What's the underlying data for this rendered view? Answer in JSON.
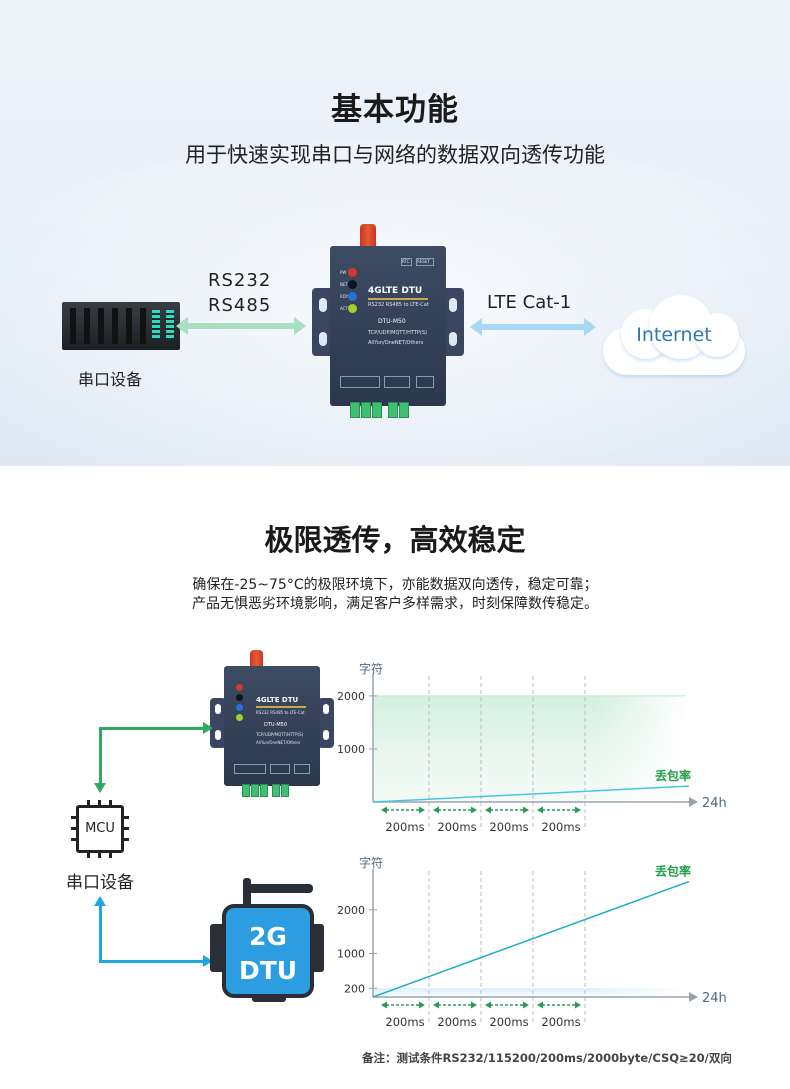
{
  "section1": {
    "title": "基本功能",
    "subtitle": "用于快速实现串口与网络的数据双向透传功能",
    "serial_device_label": "串口设备",
    "serial_protocols": [
      "RS232",
      "RS485"
    ],
    "network_protocol": "LTE Cat-1",
    "cloud_label": "Internet"
  },
  "dtu_device": {
    "brand": "4GLTE DTU",
    "tagline": "RS232 RS485 to LTE-Cat",
    "model": "DTU-M50",
    "protocols": "TCP/UDP/MQTT/HTTP(S)",
    "platforms": "AliYun/OneNET/Others",
    "indicators": [
      "PW",
      "NET",
      "RDY",
      "ACT"
    ],
    "top_labels": [
      "RTC",
      "RESET"
    ]
  },
  "section2": {
    "title": "极限透传，高效稳定",
    "desc_line1": "确保在-25~75°C的极限环境下，亦能数据双向透传，稳定可靠；",
    "desc_line2": "产品无惧恶劣环境影响，满足客户多样需求，时刻保障数传稳定。",
    "mcu_label": "MCU",
    "serial_device_label": "串口设备",
    "dtu2g_line1": "2G",
    "dtu2g_line2": "DTU",
    "note": "备注：测试条件RS232/115200/200ms/2000byte/CSQ≥20/双向"
  },
  "colors": {
    "green_line": "#2faa5e",
    "blue_line": "#1ea7e0",
    "axis": "#9aa3ad",
    "loss_label": "#22a04a"
  },
  "chart_data": [
    {
      "type": "line",
      "ylabel": "字符",
      "xlabel": "24h",
      "yticks": [
        1000,
        2000
      ],
      "x_intervals": [
        "200ms",
        "200ms",
        "200ms",
        "200ms"
      ],
      "series": [
        {
          "name": "丢包率",
          "x": [
            0,
            1
          ],
          "y": [
            0,
            300
          ]
        }
      ],
      "band_value": 2000,
      "ylim": [
        0,
        2300
      ]
    },
    {
      "type": "line",
      "ylabel": "字符",
      "xlabel": "24h",
      "yticks": [
        200,
        1000,
        2000
      ],
      "x_intervals": [
        "200ms",
        "200ms",
        "200ms",
        "200ms"
      ],
      "series": [
        {
          "name": "丢包率",
          "x": [
            0,
            1
          ],
          "y": [
            0,
            2650
          ]
        }
      ],
      "band_value": 200,
      "ylim": [
        0,
        2800
      ]
    }
  ]
}
